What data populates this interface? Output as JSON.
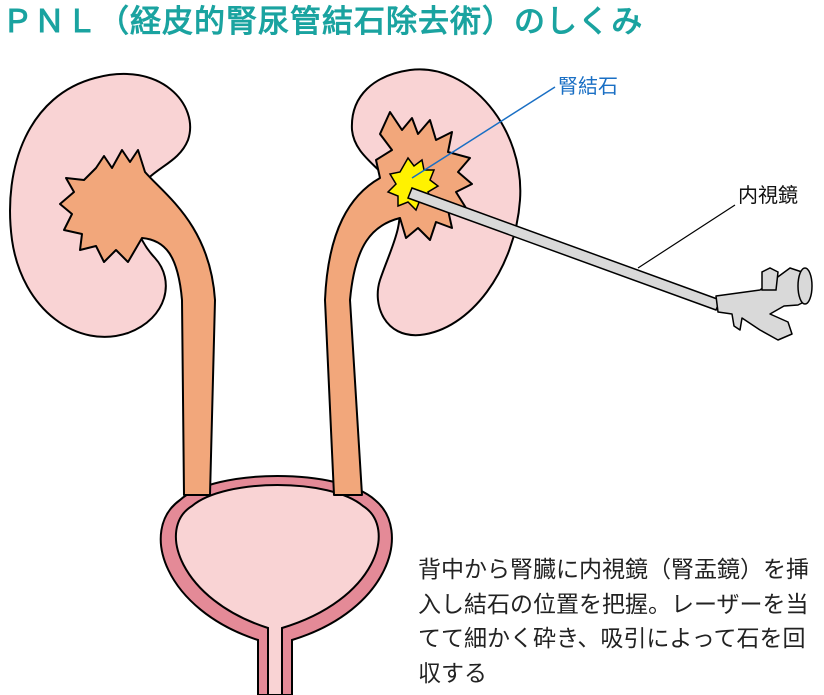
{
  "title": "ＰＮＬ（経皮的腎尿管結石除去術）のしくみ",
  "labels": {
    "stone": "腎結石",
    "endoscope": "内視鏡"
  },
  "description": "背中から腎臓に内視鏡（腎盂鏡）を挿入し結石の位置を把握。レーザーを当てて細かく砕き、吸引によって石を回収する",
  "colors": {
    "title": "#1aa3a0",
    "stone_label": "#1a6fc4",
    "kidney_fill": "#f9d3d4",
    "pelvis_fill": "#f2a77b",
    "bladder_fill": "#f9d3d4",
    "bladder_wall": "#e48a97",
    "stone_fill": "#fff200",
    "scope_fill": "#d9d9d9"
  }
}
